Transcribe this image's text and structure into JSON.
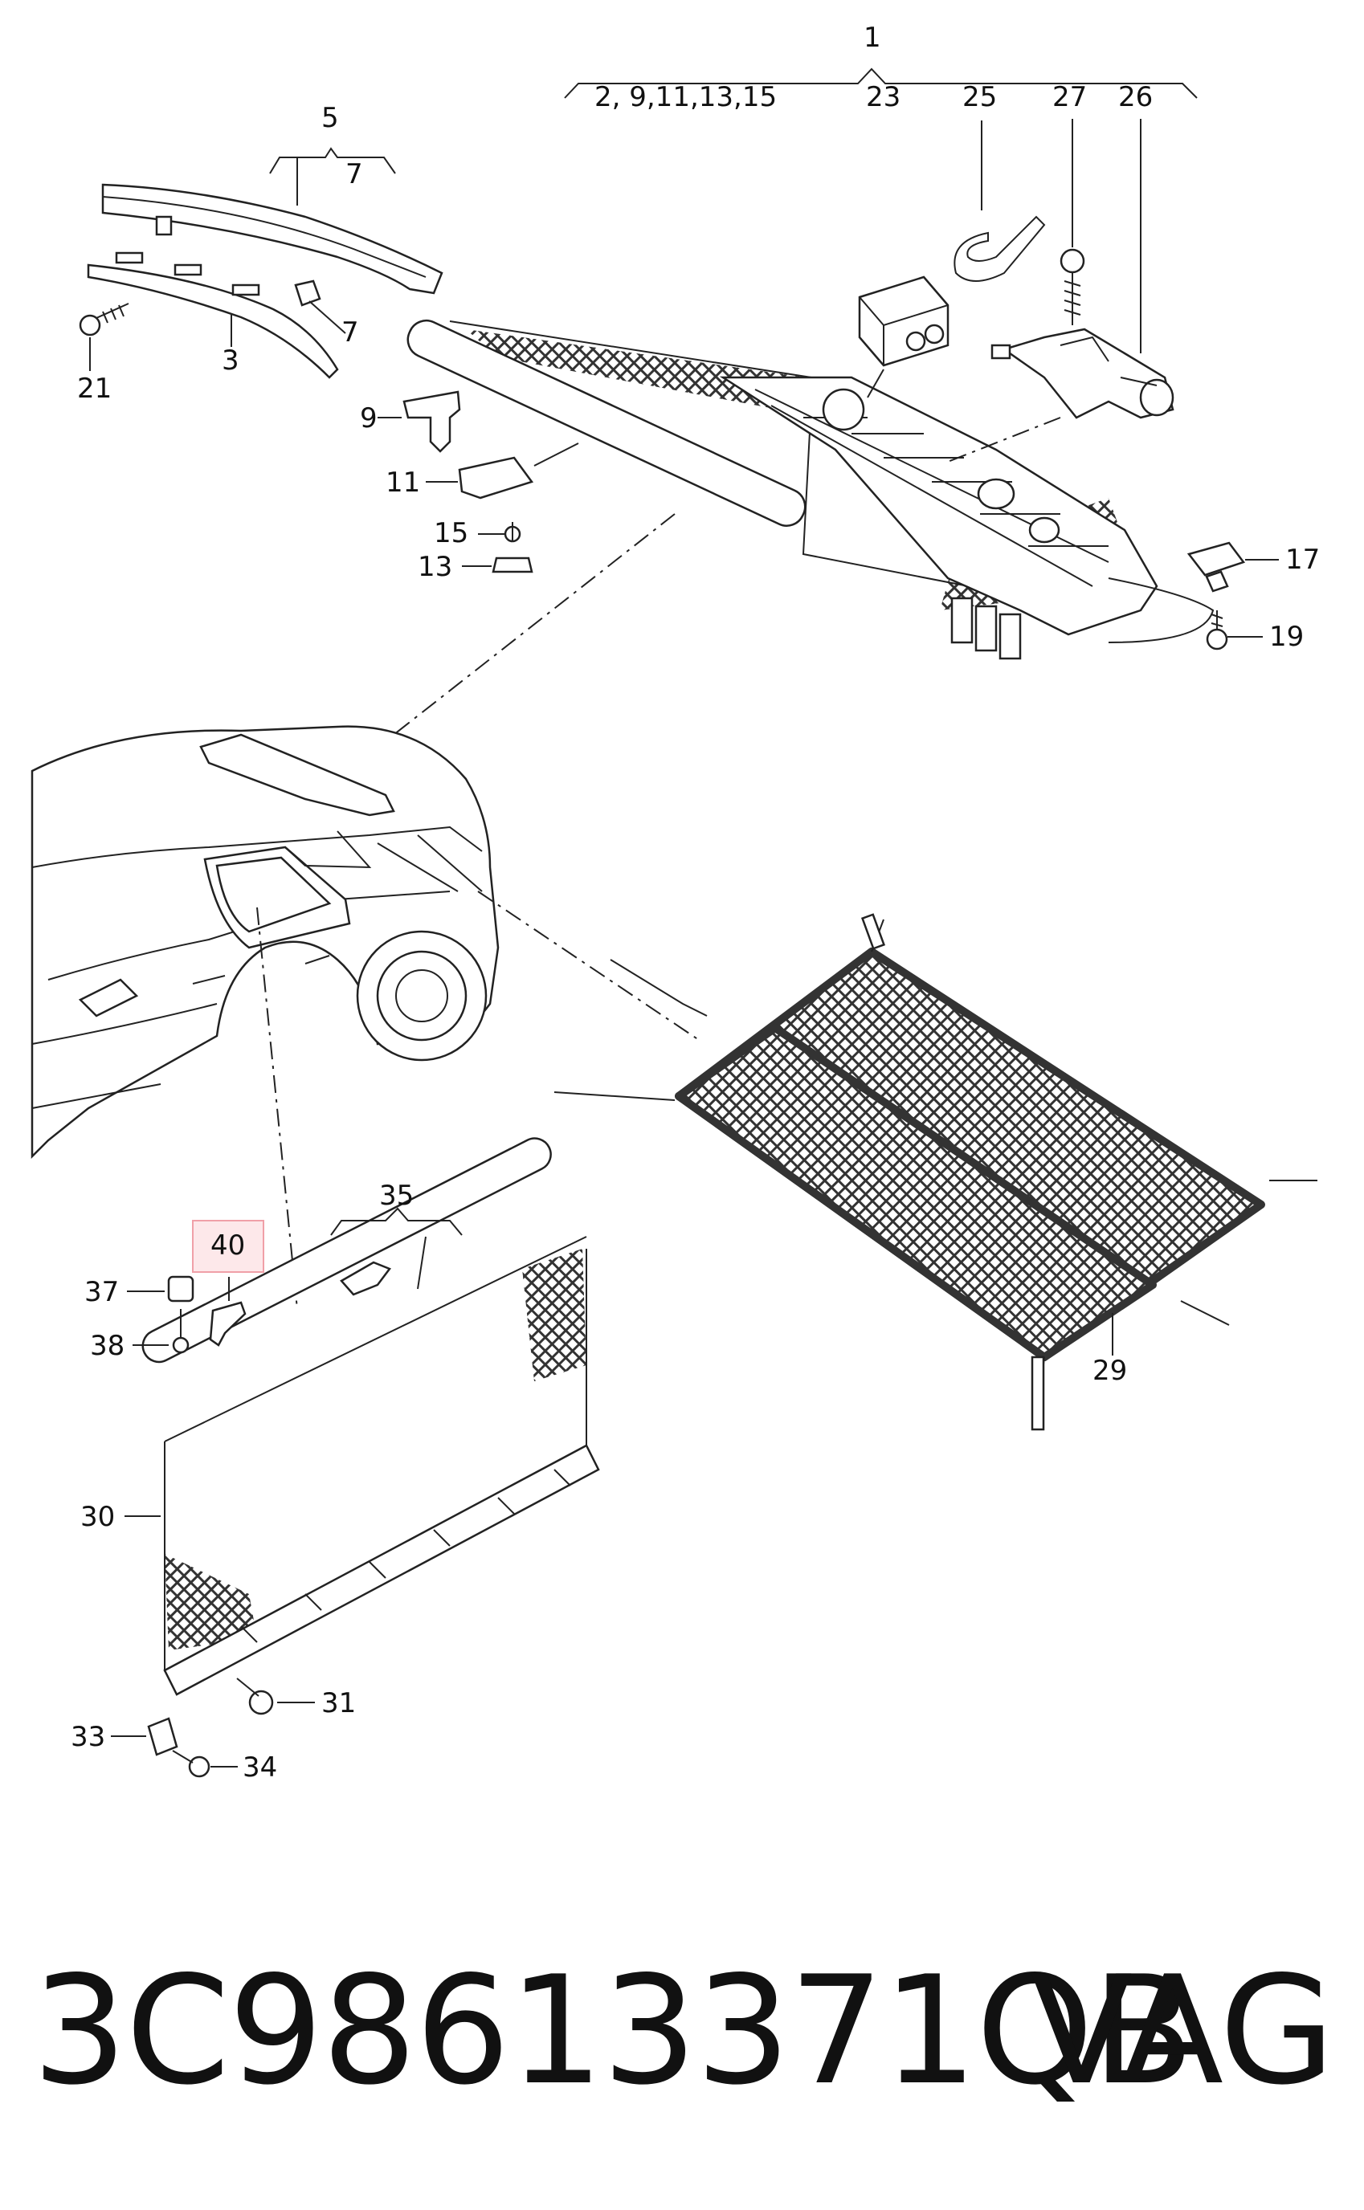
{
  "callouts": {
    "c1": "1",
    "c2_group": "2, 9,11,13,15",
    "c23": "23",
    "c25": "25",
    "c27": "27",
    "c26": "26",
    "c5": "5",
    "c7a": "7",
    "c7b": "7",
    "c3": "3",
    "c21": "21",
    "c9": "9",
    "c11": "11",
    "c15": "15",
    "c13": "13",
    "c17": "17",
    "c19": "19",
    "c35": "35",
    "c40": "40",
    "c37": "37",
    "c38": "38",
    "c29": "29",
    "c30": "30",
    "c31": "31",
    "c33": "33",
    "c34": "34"
  },
  "highlight": {
    "color": "#f0a0a8",
    "fill": "#fde8ea"
  },
  "footer": {
    "part_number": "3C98613371QB",
    "brand": "VAG"
  }
}
